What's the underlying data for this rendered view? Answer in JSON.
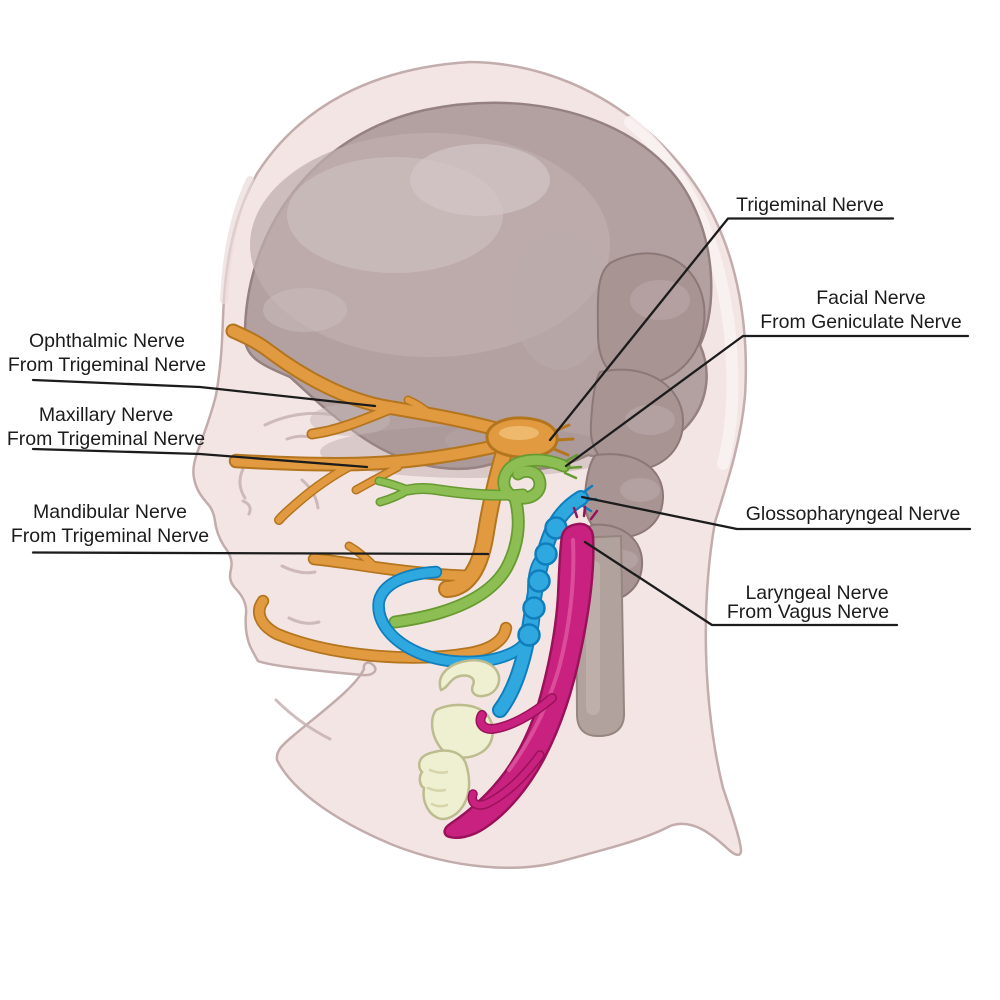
{
  "figure": {
    "type": "anatomical-diagram",
    "subject": "Cranial nerves of the head, lateral view"
  },
  "labels": [
    {
      "id": "trigeminal",
      "line1": "Trigeminal Nerve",
      "line2": ""
    },
    {
      "id": "facial",
      "line1": "Facial Nerve",
      "line2": "From Geniculate Nerve"
    },
    {
      "id": "glossopharyngeal",
      "line1": "Glossopharyngeal Nerve",
      "line2": ""
    },
    {
      "id": "laryngeal",
      "line1": "Laryngeal Nerve",
      "line2": "From Vagus Nerve"
    },
    {
      "id": "ophthalmic",
      "line1": "Ophthalmic Nerve",
      "line2": "From Trigeminal Nerve"
    },
    {
      "id": "maxillary",
      "line1": "Maxillary Nerve",
      "line2": "From Trigeminal Nerve"
    },
    {
      "id": "mandibular",
      "line1": "Mandibular Nerve",
      "line2": "From Trigeminal Nerve"
    }
  ],
  "colors": {
    "background": "#FFFFFF",
    "skin": "#F4E5E5",
    "skin_outline": "#C2ACAC",
    "brain": "#B3A1A1",
    "brain_outline": "#95817F",
    "brainstem": "#A99494",
    "spinal_cord": "#B2A29D",
    "larynx": "#EFEFD2",
    "larynx_outline": "#BCBC8E",
    "trigeminal": "#E19A3F",
    "trigeminal_dark": "#B4751F",
    "facial": "#8CBE53",
    "facial_dark": "#679A31",
    "glossopharyngeal": "#2FA8E0",
    "glossopharyngeal_dark": "#0F7EBC",
    "laryngeal": "#C9217F",
    "laryngeal_dark": "#9A1259",
    "label_text": "#1C1C1C"
  },
  "nerve_colors": [
    {
      "nerve": "Trigeminal (ophthalmic, maxillary, mandibular branches)",
      "color": "#E19A3F"
    },
    {
      "nerve": "Facial",
      "color": "#8CBE53"
    },
    {
      "nerve": "Glossopharyngeal",
      "color": "#2FA8E0"
    },
    {
      "nerve": "Laryngeal / Vagus",
      "color": "#C9217F"
    }
  ]
}
